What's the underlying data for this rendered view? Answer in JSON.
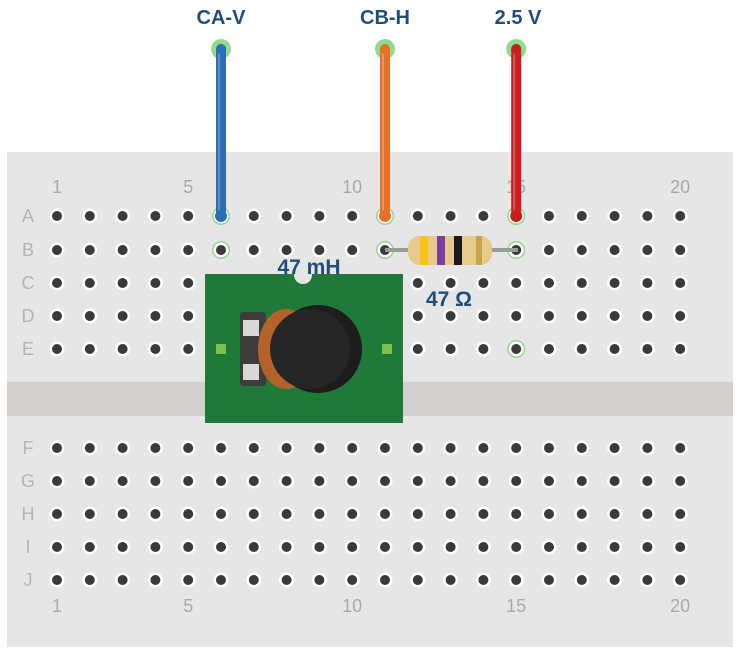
{
  "breadboard": {
    "column_numbers": [
      "1",
      "5",
      "10",
      "15",
      "20"
    ],
    "top_rows": [
      "A",
      "B",
      "C",
      "D",
      "E"
    ],
    "bottom_rows": [
      "F",
      "G",
      "H",
      "I",
      "J"
    ],
    "columns": 20
  },
  "probes": [
    {
      "label": "CA-V",
      "color": "#2e6db4",
      "column": 6
    },
    {
      "label": "CB-H",
      "color": "#e8712a",
      "column": 11
    },
    {
      "label": "2.5 V",
      "color": "#c81e1e",
      "column": 15
    }
  ],
  "components": {
    "inductor_label": "47 mH",
    "resistor_label": "47 Ω",
    "resistor_bands": [
      "#f5c518",
      "#7a3ea0",
      "#1a1a1a",
      "#c9a14a"
    ]
  },
  "colors": {
    "board": "#e6e6e6",
    "board_channel": "#d2cfcd",
    "hole": "#3a3a3a",
    "pcb": "#1f7a3a",
    "highlight": "#7ed37a"
  }
}
